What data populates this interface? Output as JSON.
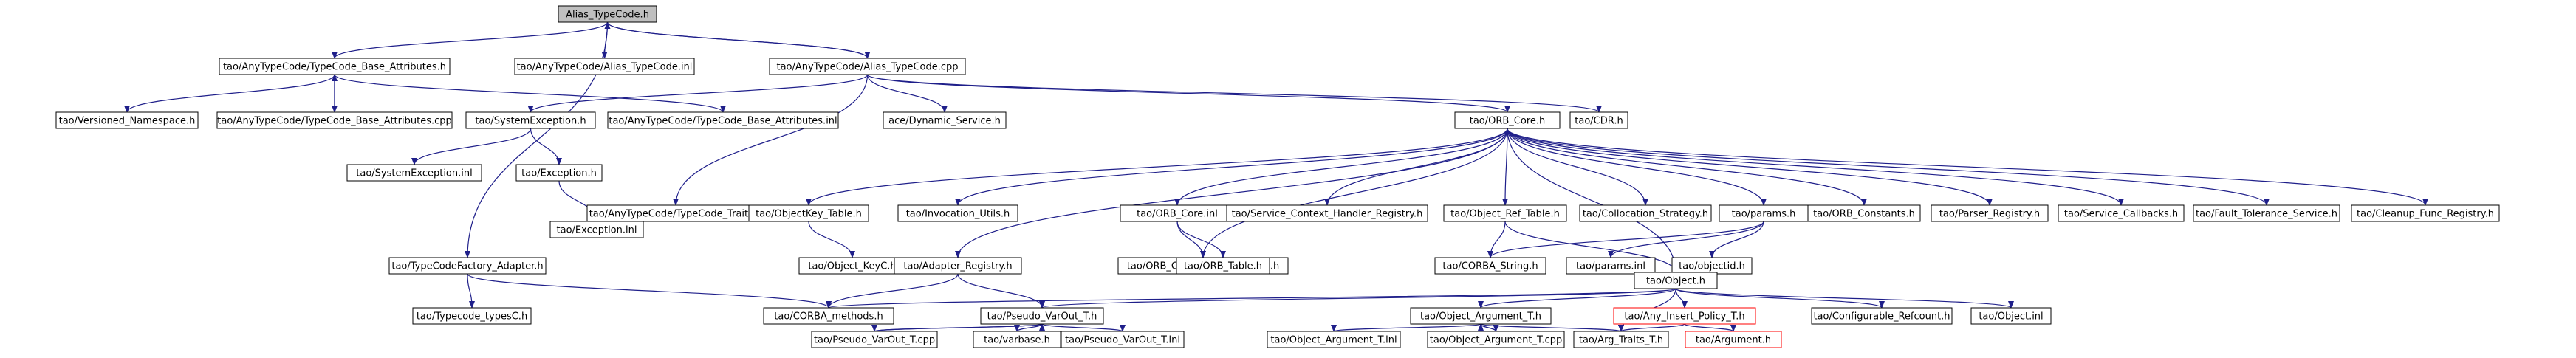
{
  "colors": {
    "edge": "#1f1f8a",
    "node_border": "#000000",
    "node_border_missing": "#ff0000",
    "root_fill": "#bfbfbf",
    "node_fill": "#ffffff"
  },
  "nodes": {
    "root": {
      "label": "Alias_TypeCode.h"
    },
    "tcba_h": {
      "label": "tao/AnyTypeCode/TypeCode_Base_Attributes.h"
    },
    "atc_inl": {
      "label": "tao/AnyTypeCode/Alias_TypeCode.inl"
    },
    "atc_cpp": {
      "label": "tao/AnyTypeCode/Alias_TypeCode.cpp"
    },
    "vns": {
      "label": "tao/Versioned_Namespace.h"
    },
    "tcba_cpp": {
      "label": "tao/AnyTypeCode/TypeCode_Base_Attributes.cpp"
    },
    "tcba_inl": {
      "label": "tao/AnyTypeCode/TypeCode_Base_Attributes.inl"
    },
    "sysexc_h": {
      "label": "tao/SystemException.h"
    },
    "dynsvc": {
      "label": "ace/Dynamic_Service.h"
    },
    "orbcore_h": {
      "label": "tao/ORB_Core.h"
    },
    "cdr_h": {
      "label": "tao/CDR.h"
    },
    "sysexc_inl": {
      "label": "tao/SystemException.inl"
    },
    "exc_h": {
      "label": "tao/Exception.h"
    },
    "tctraits": {
      "label": "tao/AnyTypeCode/TypeCode_Traits.h"
    },
    "exc_inl": {
      "label": "tao/Exception.inl"
    },
    "objkey_tbl": {
      "label": "tao/ObjectKey_Table.h"
    },
    "inv_utils": {
      "label": "tao/Invocation_Utils.h"
    },
    "orbcore_inl": {
      "label": "tao/ORB_Core.inl"
    },
    "schr": {
      "label": "tao/Service_Context_Handler_Registry.h"
    },
    "objref_tbl": {
      "label": "tao/Object_Ref_Table.h"
    },
    "coll_strat": {
      "label": "tao/Collocation_Strategy.h"
    },
    "params_h": {
      "label": "tao/params.h"
    },
    "orb_consts": {
      "label": "tao/ORB_Constants.h"
    },
    "parser_reg": {
      "label": "tao/Parser_Registry.h"
    },
    "svc_cb": {
      "label": "tao/Service_Callbacks.h"
    },
    "ft_svc": {
      "label": "tao/Fault_Tolerance_Service.h"
    },
    "cleanup_reg": {
      "label": "tao/Cleanup_Func_Registry.h"
    },
    "objkey_c": {
      "label": "tao/Object_KeyC.h"
    },
    "tss_res": {
      "label": "tao/ORB_Core_TSS_Resources.h"
    },
    "orb_table": {
      "label": "tao/ORB_Table.h"
    },
    "corba_str": {
      "label": "tao/CORBA_String.h"
    },
    "params_inl": {
      "label": "tao/params.inl"
    },
    "objectid": {
      "label": "tao/objectid.h"
    },
    "tcf_adapter": {
      "label": "tao/TypeCodeFactory_Adapter.h"
    },
    "adapter_reg": {
      "label": "tao/Adapter_Registry.h"
    },
    "object_h": {
      "label": "tao/Object.h"
    },
    "typecode_typesc": {
      "label": "tao/Typecode_typesC.h"
    },
    "corba_methods": {
      "label": "tao/CORBA_methods.h"
    },
    "pvar_h": {
      "label": "tao/Pseudo_VarOut_T.h"
    },
    "objarg_h": {
      "label": "tao/Object_Argument_T.h"
    },
    "aip_h": {
      "label": "tao/Any_Insert_Policy_T.h"
    },
    "conf_refcount": {
      "label": "tao/Configurable_Refcount.h"
    },
    "object_inl": {
      "label": "tao/Object.inl"
    },
    "pvar_cpp": {
      "label": "tao/Pseudo_VarOut_T.cpp"
    },
    "varbase": {
      "label": "tao/varbase.h"
    },
    "pvar_inl": {
      "label": "tao/Pseudo_VarOut_T.inl"
    },
    "objarg_inl": {
      "label": "tao/Object_Argument_T.inl"
    },
    "objarg_cpp": {
      "label": "tao/Object_Argument_T.cpp"
    },
    "argtraits": {
      "label": "tao/Arg_Traits_T.h"
    },
    "argument_h": {
      "label": "tao/Argument.h"
    }
  },
  "edges": [
    [
      "root",
      "tcba_h"
    ],
    [
      "root",
      "atc_inl"
    ],
    [
      "root",
      "atc_cpp"
    ],
    [
      "root",
      "tcf_adapter"
    ],
    [
      "tcba_h",
      "vns"
    ],
    [
      "tcba_h",
      "tcba_cpp"
    ],
    [
      "tcba_h",
      "tcba_inl"
    ],
    [
      "tcba_cpp",
      "tcba_h"
    ],
    [
      "atc_cpp",
      "root"
    ],
    [
      "atc_cpp",
      "sysexc_h"
    ],
    [
      "atc_cpp",
      "tctraits"
    ],
    [
      "atc_cpp",
      "dynsvc"
    ],
    [
      "atc_cpp",
      "orbcore_h"
    ],
    [
      "atc_cpp",
      "cdr_h"
    ],
    [
      "sysexc_h",
      "sysexc_inl"
    ],
    [
      "sysexc_h",
      "exc_h"
    ],
    [
      "exc_h",
      "exc_inl"
    ],
    [
      "orbcore_h",
      "objkey_tbl"
    ],
    [
      "orbcore_h",
      "inv_utils"
    ],
    [
      "orbcore_h",
      "orbcore_inl"
    ],
    [
      "orbcore_h",
      "schr"
    ],
    [
      "orbcore_h",
      "objref_tbl"
    ],
    [
      "orbcore_h",
      "coll_strat"
    ],
    [
      "orbcore_h",
      "params_h"
    ],
    [
      "orbcore_h",
      "orb_consts"
    ],
    [
      "orbcore_h",
      "parser_reg"
    ],
    [
      "orbcore_h",
      "svc_cb"
    ],
    [
      "orbcore_h",
      "ft_svc"
    ],
    [
      "orbcore_h",
      "cleanup_reg"
    ],
    [
      "orbcore_h",
      "adapter_reg"
    ],
    [
      "orbcore_h",
      "tss_res"
    ],
    [
      "orbcore_h",
      "object_h"
    ],
    [
      "objkey_tbl",
      "objkey_c"
    ],
    [
      "orbcore_inl",
      "tss_res"
    ],
    [
      "orbcore_inl",
      "orb_table"
    ],
    [
      "objref_tbl",
      "corba_str"
    ],
    [
      "objref_tbl",
      "object_h"
    ],
    [
      "params_h",
      "corba_str"
    ],
    [
      "params_h",
      "params_inl"
    ],
    [
      "params_h",
      "objectid"
    ],
    [
      "tcf_adapter",
      "typecode_typesc"
    ],
    [
      "tcf_adapter",
      "corba_methods"
    ],
    [
      "adapter_reg",
      "corba_methods"
    ],
    [
      "adapter_reg",
      "pvar_h"
    ],
    [
      "object_h",
      "corba_methods"
    ],
    [
      "object_h",
      "pvar_h"
    ],
    [
      "object_h",
      "objarg_h"
    ],
    [
      "object_h",
      "aip_h"
    ],
    [
      "object_h",
      "conf_refcount"
    ],
    [
      "object_h",
      "object_inl"
    ],
    [
      "object_h",
      "argtraits"
    ],
    [
      "pvar_h",
      "pvar_cpp"
    ],
    [
      "pvar_h",
      "varbase"
    ],
    [
      "pvar_h",
      "pvar_inl"
    ],
    [
      "pvar_cpp",
      "pvar_h"
    ],
    [
      "objarg_h",
      "objarg_inl"
    ],
    [
      "objarg_h",
      "objarg_cpp"
    ],
    [
      "objarg_h",
      "argtraits"
    ],
    [
      "objarg_cpp",
      "objarg_h"
    ],
    [
      "aip_h",
      "argtraits"
    ],
    [
      "aip_h",
      "argument_h"
    ]
  ]
}
